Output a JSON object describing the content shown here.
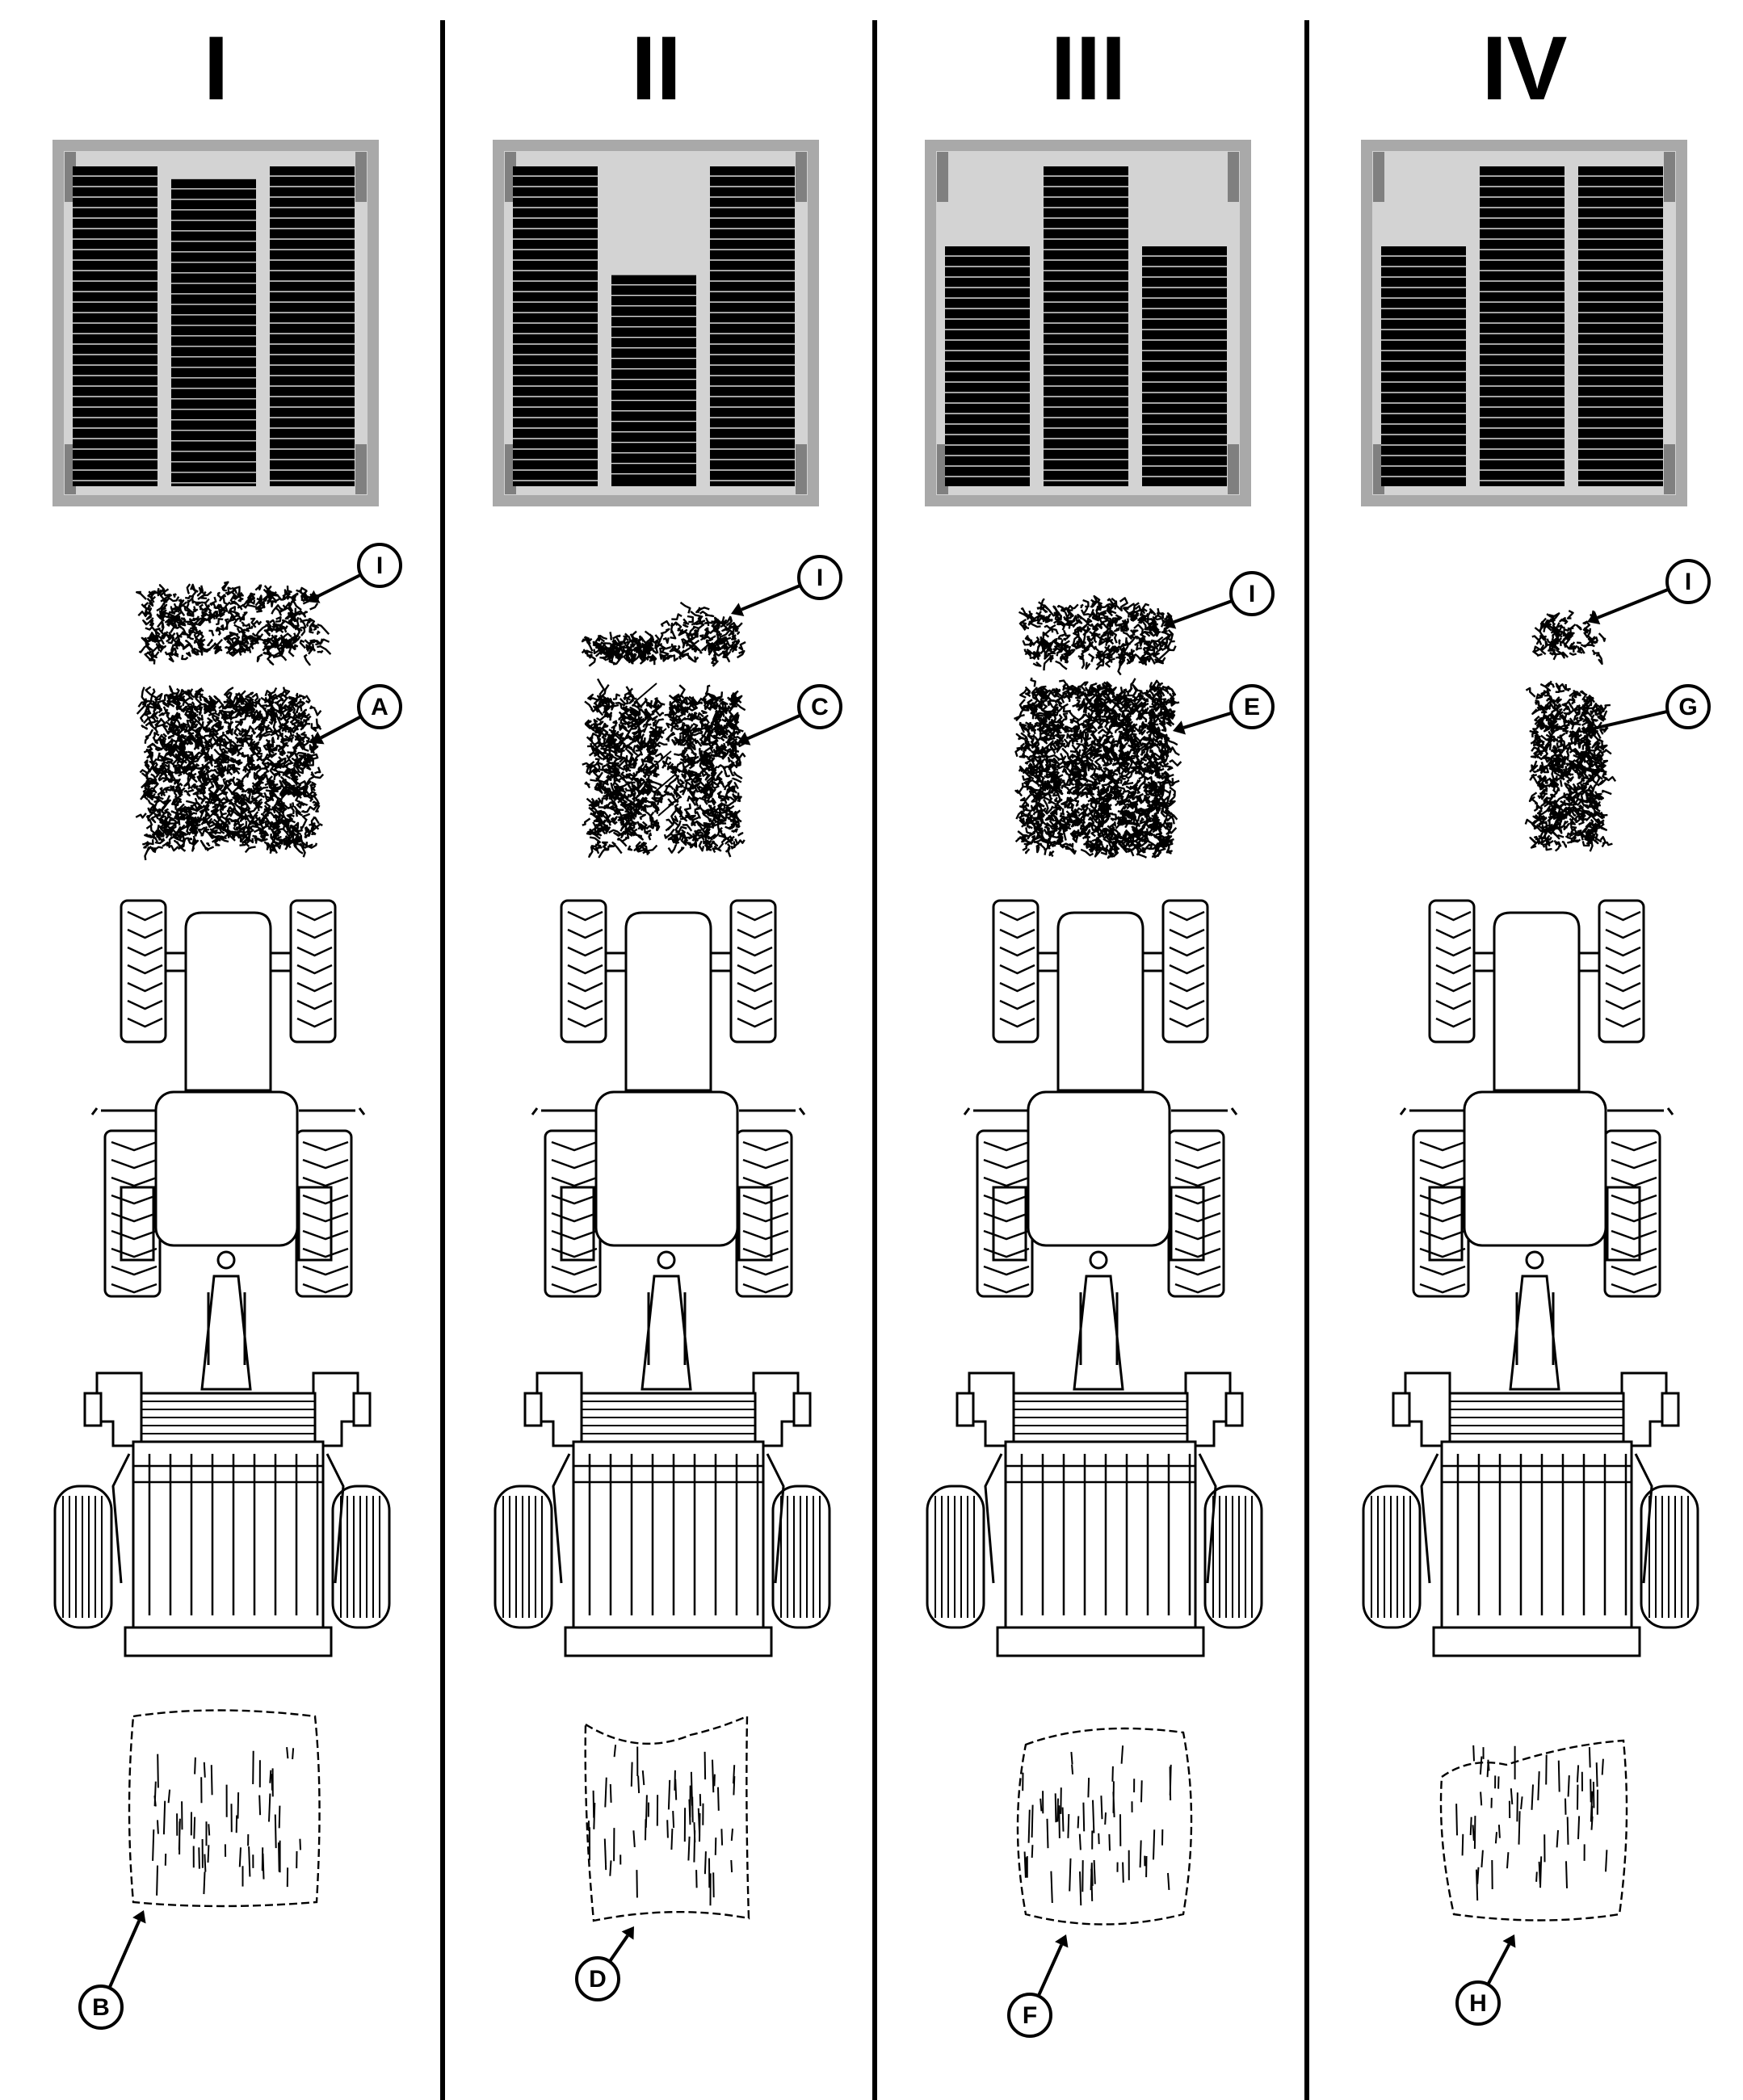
{
  "panels": [
    {
      "numeral": "I",
      "indicator": {
        "levels": [
          1.0,
          0.96,
          1.0
        ]
      },
      "callouts": {
        "windrow_top": "I",
        "windrow_bottom": "A",
        "bale": "B"
      },
      "windrow_shape": "uniform",
      "bale_shape": "uniform"
    },
    {
      "numeral": "II",
      "indicator": {
        "levels": [
          1.0,
          0.66,
          1.0
        ]
      },
      "callouts": {
        "windrow_top": "I",
        "windrow_bottom": "C",
        "bale": "D"
      },
      "windrow_shape": "split",
      "bale_shape": "concave"
    },
    {
      "numeral": "III",
      "indicator": {
        "levels": [
          0.75,
          1.0,
          0.75
        ]
      },
      "callouts": {
        "windrow_top": "I",
        "windrow_bottom": "E",
        "bale": "F"
      },
      "windrow_shape": "mounded",
      "bale_shape": "barrel"
    },
    {
      "numeral": "IV",
      "indicator": {
        "levels": [
          0.75,
          1.0,
          1.0
        ]
      },
      "callouts": {
        "windrow_top": "I",
        "windrow_bottom": "G",
        "bale": "H"
      },
      "windrow_shape": "narrow",
      "bale_shape": "tapered"
    }
  ],
  "colors": {
    "ink": "#000000",
    "frame": "#a9a9a9",
    "frame_dark": "#808080",
    "frame_fill": "#d3d3d3"
  }
}
